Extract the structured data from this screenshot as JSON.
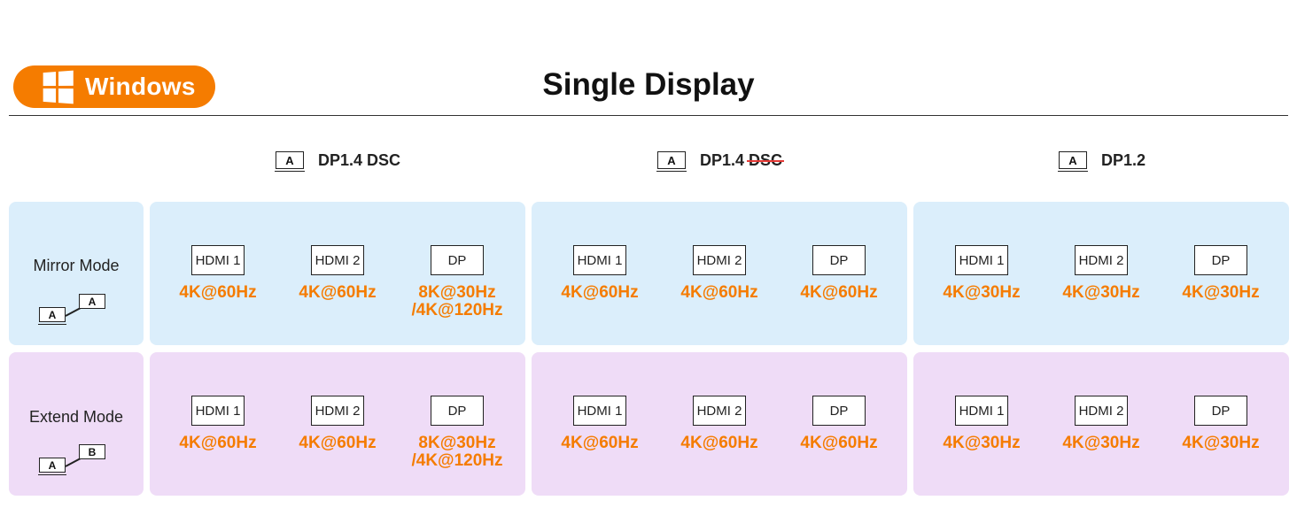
{
  "header": {
    "platform_badge": "Windows",
    "title": "Single Display"
  },
  "columns": [
    {
      "monitor_label": "A",
      "text": "DP1.4",
      "suffix": "DSC",
      "suffix_struck": false
    },
    {
      "monitor_label": "A",
      "text": "DP1.4",
      "suffix": "DSC",
      "suffix_struck": true
    },
    {
      "monitor_label": "A",
      "text": "DP1.2",
      "suffix": "",
      "suffix_struck": false
    }
  ],
  "modes": [
    {
      "label": "Mirror Mode",
      "icon_a": "A",
      "icon_b": "A"
    },
    {
      "label": "Extend Mode",
      "icon_a": "A",
      "icon_b": "B"
    }
  ],
  "ports": [
    "HDMI 1",
    "HDMI 2",
    "DP"
  ],
  "grid": {
    "mirror": [
      [
        "4K@60Hz",
        "4K@60Hz",
        "8K@30Hz",
        "/4K@120Hz"
      ],
      [
        "4K@60Hz",
        "4K@60Hz",
        "4K@60Hz"
      ],
      [
        "4K@30Hz",
        "4K@30Hz",
        "4K@30Hz"
      ]
    ],
    "extend": [
      [
        "4K@60Hz",
        "4K@60Hz",
        "8K@30Hz",
        "/4K@120Hz"
      ],
      [
        "4K@60Hz",
        "4K@60Hz",
        "4K@60Hz"
      ],
      [
        "4K@30Hz",
        "4K@30Hz",
        "4K@30Hz"
      ]
    ]
  },
  "colors": {
    "accent": "#f57c00",
    "mirror_bg": "#dbeefb",
    "extend_bg": "#efdcf7",
    "strike": "#e53935"
  }
}
